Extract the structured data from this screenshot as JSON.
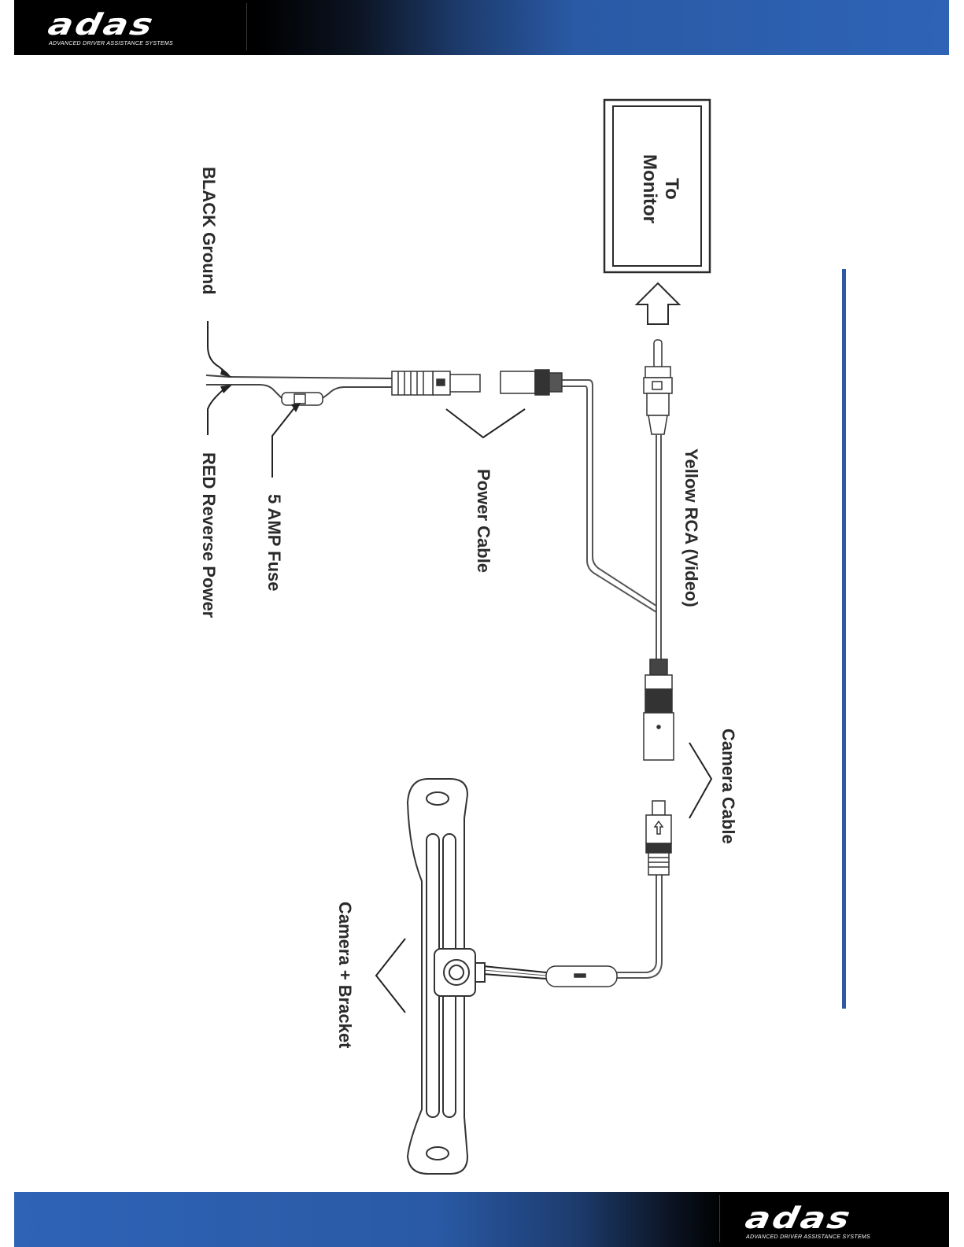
{
  "header": {
    "logo_text": "adas",
    "tagline": "ADVANCED DRIVER ASSISTANCE SYSTEMS"
  },
  "footer": {
    "logo_text": "adas",
    "tagline": "ADVANCED DRIVER ASSISTANCE SYSTEMS"
  },
  "diagram": {
    "labels": {
      "to_monitor_line1": "To",
      "to_monitor_line2": "Monitor",
      "yellow_rca": "Yellow RCA (Video)",
      "camera_cable": "Camera Cable",
      "camera_bracket": "Camera + Bracket",
      "power_cable": "Power Cable",
      "fuse": "5 AMP Fuse",
      "black_ground": "BLACK Ground",
      "red_reverse": "RED Reverse Power"
    }
  }
}
